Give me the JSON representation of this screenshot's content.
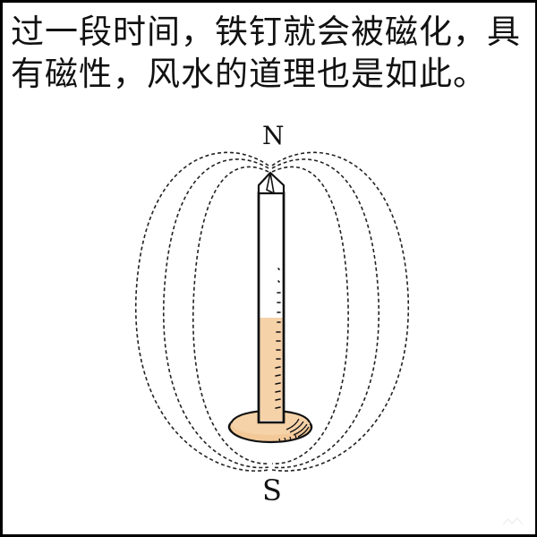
{
  "caption": {
    "line1": "过一段时间，铁钉就会被磁化，具",
    "line2": "有磁性，风水的道理也是如此。"
  },
  "figure": {
    "description": "magnetized iron nail with dashed magnetic field lines",
    "north_label": "N",
    "south_label": "S",
    "colors": {
      "nail_fill": "#f6d2a8",
      "nail_shaft": "#ffffff",
      "outline": "#111111",
      "field_lines": "#222222",
      "background": "#ffffff",
      "border": "#000000"
    },
    "field_line_count_per_side": 3
  }
}
